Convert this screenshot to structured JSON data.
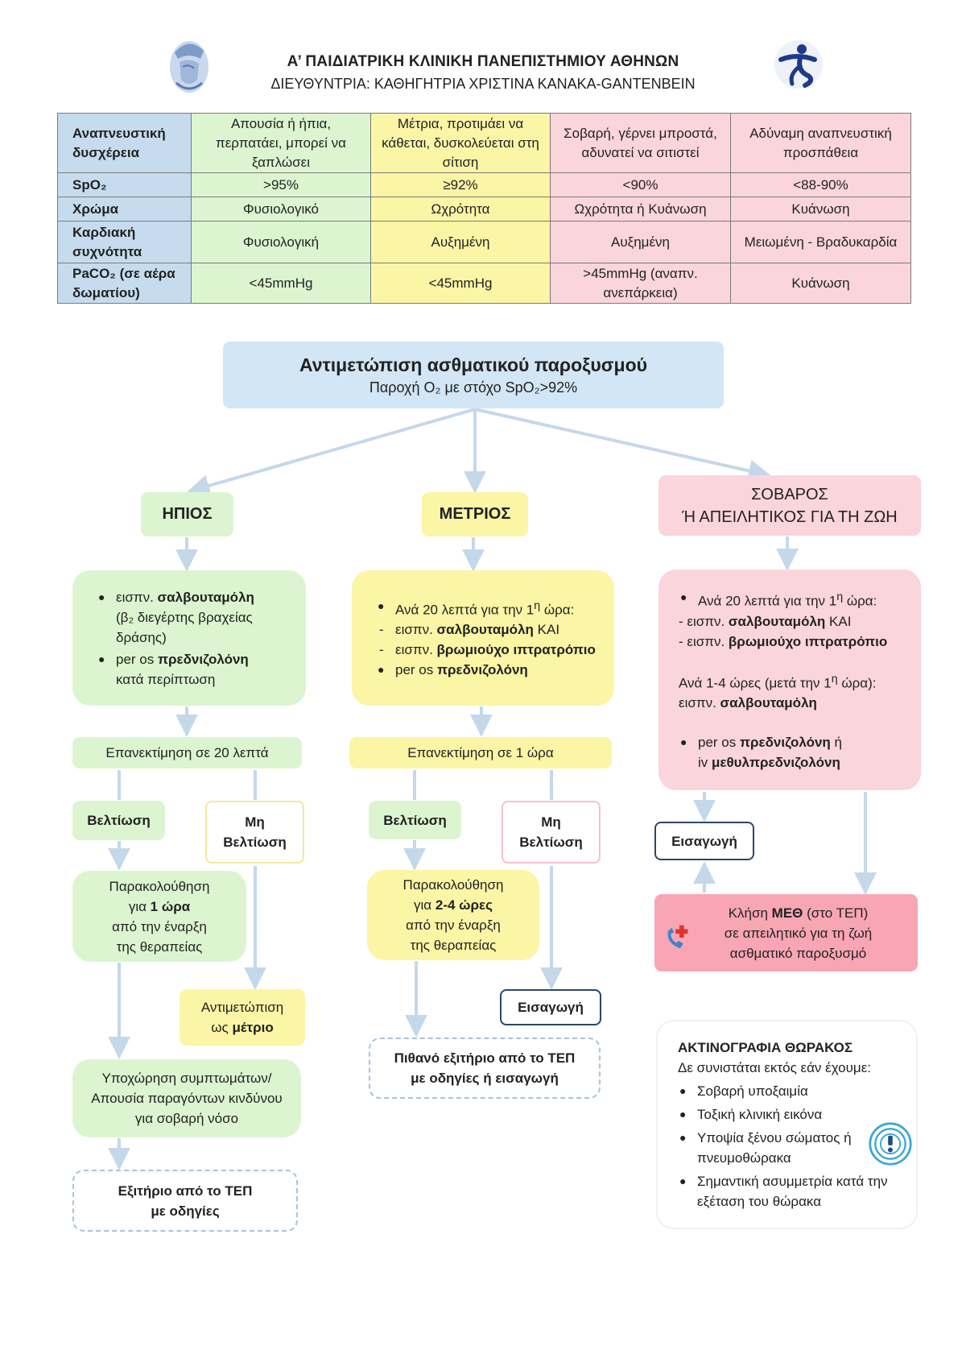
{
  "header": {
    "line1": "Α’ ΠΑΙΔΙΑΤΡΙΚΗ ΚΛΙΝΙΚΗ ΠΑΝΕΠΙΣΤΗΜΙΟΥ ΑΘΗΝΩΝ",
    "line2": "ΔΙΕΥΘΥΝΤΡΙΑ: ΚΑΘΗΓΗΤΡΙΑ ΧΡΙΣΤΙΝΑ ΚΑΝΑΚΑ-GANTENBEIN"
  },
  "table": {
    "rows": [
      {
        "label": "Αναπνευστική δυσχέρεια",
        "cells": [
          "Απουσία ή ήπια, περπατάει, μπορεί να ξαπλώσει",
          "Μέτρια, προτιμάει να κάθεται, δυσκολεύεται στη σίτιση",
          "Σοβαρή, γέρνει μπροστά, αδυνατεί να σιτιστεί",
          "Αδύναμη αναπνευστική προσπάθεια"
        ]
      },
      {
        "label": "SpO₂",
        "cells": [
          ">95%",
          "≥92%",
          "<90%",
          "<88-90%"
        ]
      },
      {
        "label": "Χρώμα",
        "cells": [
          "Φυσιολογικό",
          "Ωχρότητα",
          "Ωχρότητα ή Κυάνωση",
          "Κυάνωση"
        ]
      },
      {
        "label": "Καρδιακή συχνότητα",
        "cells": [
          "Φυσιολογική",
          "Αυξημένη",
          "Αυξημένη",
          "Μειωμένη - Βραδυκαρδία"
        ]
      },
      {
        "label": "PaCO₂ (σε αέρα δωματίου)",
        "cells": [
          "<45mmHg",
          "<45mmHg",
          ">45mmHg (αναπν. ανεπάρκεια)",
          "Κυάνωση"
        ]
      }
    ]
  },
  "flow": {
    "main_title": "Αντιμετώπιση ασθματικού παροξυσμού",
    "main_sub": "Παροχή O₂ με στόχο SpO₂>92%",
    "mild": {
      "label": "ΗΠΙΟΣ",
      "treat_b1_pre": "εισπν. ",
      "treat_b1_bold": "σαλβουταμόλη",
      "treat_b1_post": "(β₂ διεγέρτης βραχείας δράσης)",
      "treat_b2_pre": "per os ",
      "treat_b2_bold": "πρεδνιζολόνη",
      "treat_b2_post": "κατά περίπτωση",
      "reassess": "Επανεκτίμηση σε 20 λεπτά",
      "improve": "Βελτίωση",
      "no_improve": "Μη Βελτίωση",
      "monitor_l1": "Παρακολούθηση",
      "monitor_pre": "για ",
      "monitor_bold": "1 ώρα",
      "monitor_l3": "από την έναρξη",
      "monitor_l4": "της θεραπείας",
      "treat_as_l1": "Αντιμετώπιση",
      "treat_as_pre": "ως ",
      "treat_as_bold": "μέτριο",
      "resolution": "Υποχώρηση συμπτωμάτων/ Απουσία παραγόντων κινδύνου για σοβαρή νόσο",
      "exit_l1": "Εξιτήριο από το ΤΕΠ",
      "exit_l2": "με οδηγίες"
    },
    "moderate": {
      "label": "ΜΕΤΡΙΟΣ",
      "every20_pre": "Ανά 20 λεπτά για την 1",
      "every20_sup": "η",
      "every20_post": " ώρα:",
      "d1_pre": "εισπν. ",
      "d1_bold": "σαλβουταμόλη",
      "d1_post": " ΚΑΙ",
      "d2_pre": "εισπν. ",
      "d2_bold": "βρωμιούχο ιπτρατρόπιο",
      "b2_pre": "per os ",
      "b2_bold": "πρεδνιζολόνη",
      "reassess": "Επανεκτίμηση σε 1 ώρα",
      "improve": "Βελτίωση",
      "no_improve": "Μη Βελτίωση",
      "monitor_l1": "Παρακολούθηση",
      "monitor_pre": "για ",
      "monitor_bold": "2-4 ώρες",
      "monitor_l3": "από την έναρξη",
      "monitor_l4": "της θεραπείας",
      "admission": "Εισαγωγή",
      "exit_l1": "Πιθανό εξιτήριο από το ΤΕΠ",
      "exit_l2": "με οδηγίες ή εισαγωγή"
    },
    "severe": {
      "label_l1": "ΣΟΒΑΡΟΣ",
      "label_l2": "Ή ΑΠΕΙΛΗΤΙΚΟΣ ΓΙΑ ΤΗ ΖΩΗ",
      "every20_pre": "Ανά 20 λεπτά για την 1",
      "every20_sup": "η",
      "every20_post": " ώρα:",
      "d1_pre": "- εισπν. ",
      "d1_bold": "σαλβουταμόλη",
      "d1_post": " ΚΑΙ",
      "d2_pre": "- εισπν. ",
      "d2_bold": "βρωμιούχο ιπτρατρόπιο",
      "every1_4_pre": "Ανά 1-4 ώρες (μετά την 1",
      "every1_4_sup": "η",
      "every1_4_post": " ώρα):",
      "every1_4_l2_pre": "εισπν. ",
      "every1_4_l2_bold": "σαλβουταμόλη",
      "b2_pre": "per os ",
      "b2_bold": "πρεδνιζολόνη",
      "b2_post": " ή",
      "b2_l2_pre": "iv ",
      "b2_l2_bold": "μεθυλπρεδνιζολόνη",
      "admission": "Εισαγωγή",
      "icu_pre": "Κλήση ",
      "icu_bold": "ΜΕΘ",
      "icu_post": " (στο ΤΕΠ)",
      "icu_l2": "σε απειλητικό για τη ζωή",
      "icu_l3": "ασθματικό παροξυσμό"
    },
    "xray": {
      "title": "ΑΚΤΙΝΟΓΡΑΦΙΑ ΘΩΡΑΚΟΣ",
      "subtitle": "Δε συνιστάται εκτός εάν έχουμε:",
      "items": [
        "Σοβαρή υποξαιμία",
        "Τοξική κλινική εικόνα",
        "Υποψία ξένου σώματος ή πνευμοθώρακα",
        "Σημαντική ασυμμετρία κατά την εξέταση του θώρακα"
      ]
    }
  }
}
